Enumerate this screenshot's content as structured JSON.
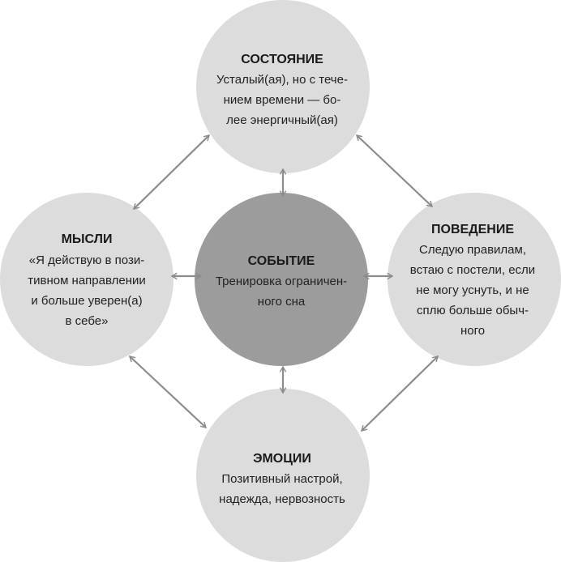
{
  "colors": {
    "outer_circle": "#dcdcdc",
    "center_circle": "#9c9c9c",
    "arrow": "#8c8c8c",
    "text": "#222222"
  },
  "nodes": {
    "state": {
      "title": "СОСТОЯНИЕ",
      "lines": [
        "Усталый(ая), но с тече-",
        "нием времени — бо-",
        "лее энергичный(ая)"
      ]
    },
    "thoughts": {
      "title": "МЫСЛИ",
      "lines": [
        "«Я действую в пози-",
        "тивном направлении",
        "и больше уверен(а)",
        "в себе»"
      ]
    },
    "event": {
      "title": "СОБЫТИЕ",
      "lines": [
        "Тренировка ограничен-",
        "ного сна"
      ]
    },
    "behavior": {
      "title": "ПОВЕДЕНИЕ",
      "lines": [
        "Следую правилам,",
        "встаю с постели, если",
        "не могу уснуть, и не",
        "сплю больше обыч-",
        "ного"
      ]
    },
    "emotions": {
      "title": "ЭМОЦИИ",
      "lines": [
        "Позитивный настрой,",
        "надежда, нервозность"
      ]
    }
  }
}
